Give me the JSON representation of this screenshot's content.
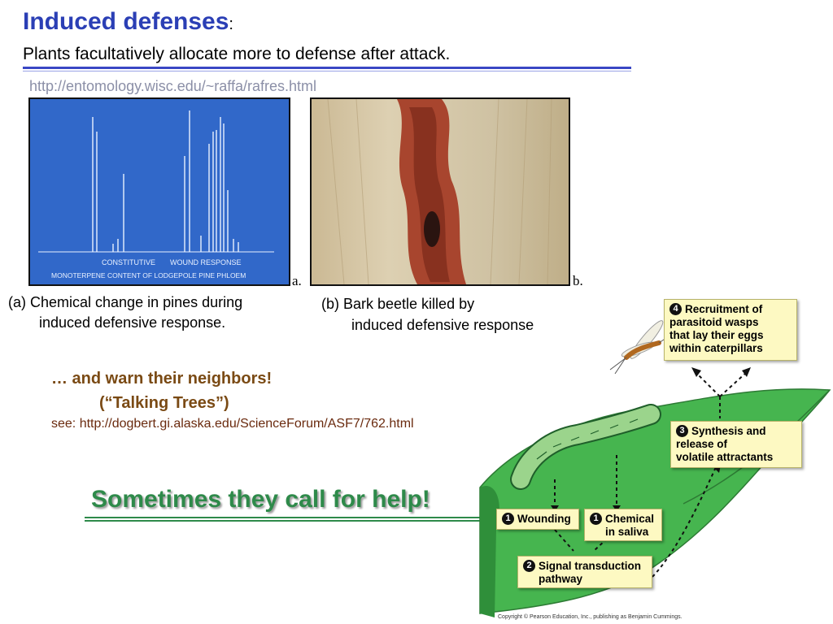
{
  "header": {
    "title": "Induced defenses",
    "title_colon": ":",
    "subtitle": "Plants facultatively allocate more to defense after attack.",
    "source_url": "http://entomology.wisc.edu/~raffa/rafres.html"
  },
  "figure_a": {
    "label_left": "CONSTITUTIVE",
    "label_right": "WOUND RESPONSE",
    "label_bottom": "MONOTERPENE CONTENT OF LODGEPOLE PINE PHLOEM",
    "tag": "a.",
    "caption_line1": "(a) Chemical change in pines during",
    "caption_line2": "induced defensive response."
  },
  "figure_b": {
    "tag": "b.",
    "caption_line1": "(b) Bark beetle killed by",
    "caption_line2": "induced defensive response"
  },
  "neighbors": {
    "line1": "… and warn their neighbors!",
    "line2": "(“Talking Trees”)",
    "see": "see: http://dogbert.gi.alaska.edu/ScienceForum/ASF7/762.html"
  },
  "help": {
    "text": "Sometimes they call for help!"
  },
  "diagram": {
    "steps": [
      {
        "num": "4",
        "line1": "Recruitment of",
        "line2": "parasitoid wasps",
        "line3": "that lay their eggs",
        "line4": "within caterpillars"
      },
      {
        "num": "3",
        "line1": "Synthesis and",
        "line2": "release of",
        "line3": "volatile attractants"
      },
      {
        "num": "1",
        "line1": "Wounding"
      },
      {
        "num": "1",
        "line1": "Chemical",
        "line2": "in saliva"
      },
      {
        "num": "2",
        "line1": "Signal transduction",
        "line2": "pathway"
      }
    ],
    "copyright": "Copyright © Pearson Education, Inc., publishing as Benjamin Cummings."
  },
  "colors": {
    "title": "#2b3fb5",
    "rule": "#3a47c4",
    "help_green": "#2e8a4a",
    "warn_brown": "#7a4a14",
    "box_yellow": "#fdf9c2",
    "leaf_green": "#3fb04a"
  }
}
